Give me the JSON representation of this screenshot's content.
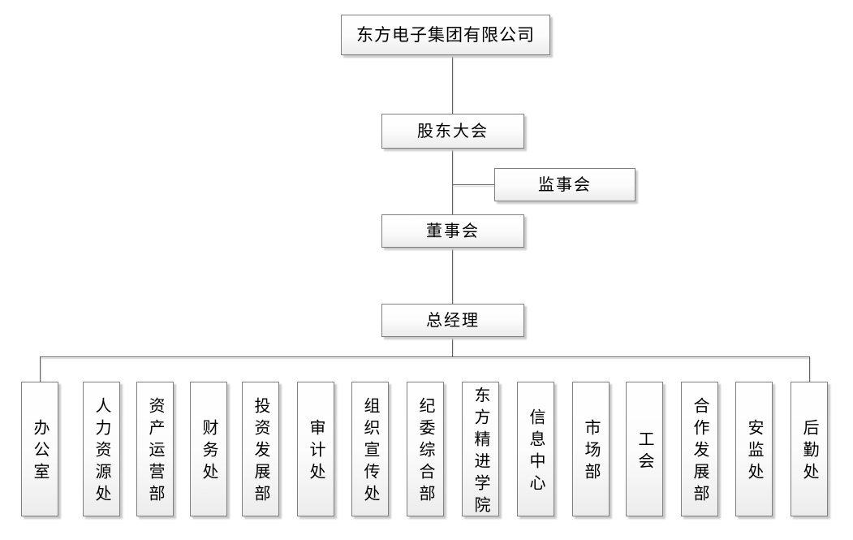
{
  "org_chart": {
    "type": "organization-chart",
    "nodes": {
      "company": {
        "label": "东方电子集团有限公司",
        "level": 1
      },
      "shareholders_meeting": {
        "label": "股东大会",
        "level": 2
      },
      "supervisory_board": {
        "label": "监事会",
        "level": "2-side-branch"
      },
      "board_of_directors": {
        "label": "董事会",
        "level": 3
      },
      "general_manager": {
        "label": "总经理",
        "level": 4
      }
    },
    "hierarchy_chain": [
      "东方电子集团有限公司",
      "股东大会",
      "董事会",
      "总经理"
    ],
    "side_branch": {
      "from": "股东大会 → 董事会 connector",
      "node": "监事会"
    },
    "departments_parent": "总经理",
    "departments": [
      {
        "label": "办公室"
      },
      {
        "label": "人力资源处"
      },
      {
        "label": "资产运营部"
      },
      {
        "label": "财务处"
      },
      {
        "label": "投资发展部"
      },
      {
        "label": "审计处"
      },
      {
        "label": "组织宣传处"
      },
      {
        "label": "纪委综合部"
      },
      {
        "label": "东方精进学院"
      },
      {
        "label": "信息中心"
      },
      {
        "label": "市场部"
      },
      {
        "label": "工会"
      },
      {
        "label": "合作发展部"
      },
      {
        "label": "安监处"
      },
      {
        "label": "后勤处"
      }
    ],
    "colors": {
      "background": "#ffffff",
      "box_border": "#7f7f7f",
      "box_fill_top": "#ffffff",
      "box_fill_bottom": "#ececec",
      "box_shadow": "#c9c9c9",
      "connector": "#5f5f5f",
      "text": "#000000"
    }
  }
}
